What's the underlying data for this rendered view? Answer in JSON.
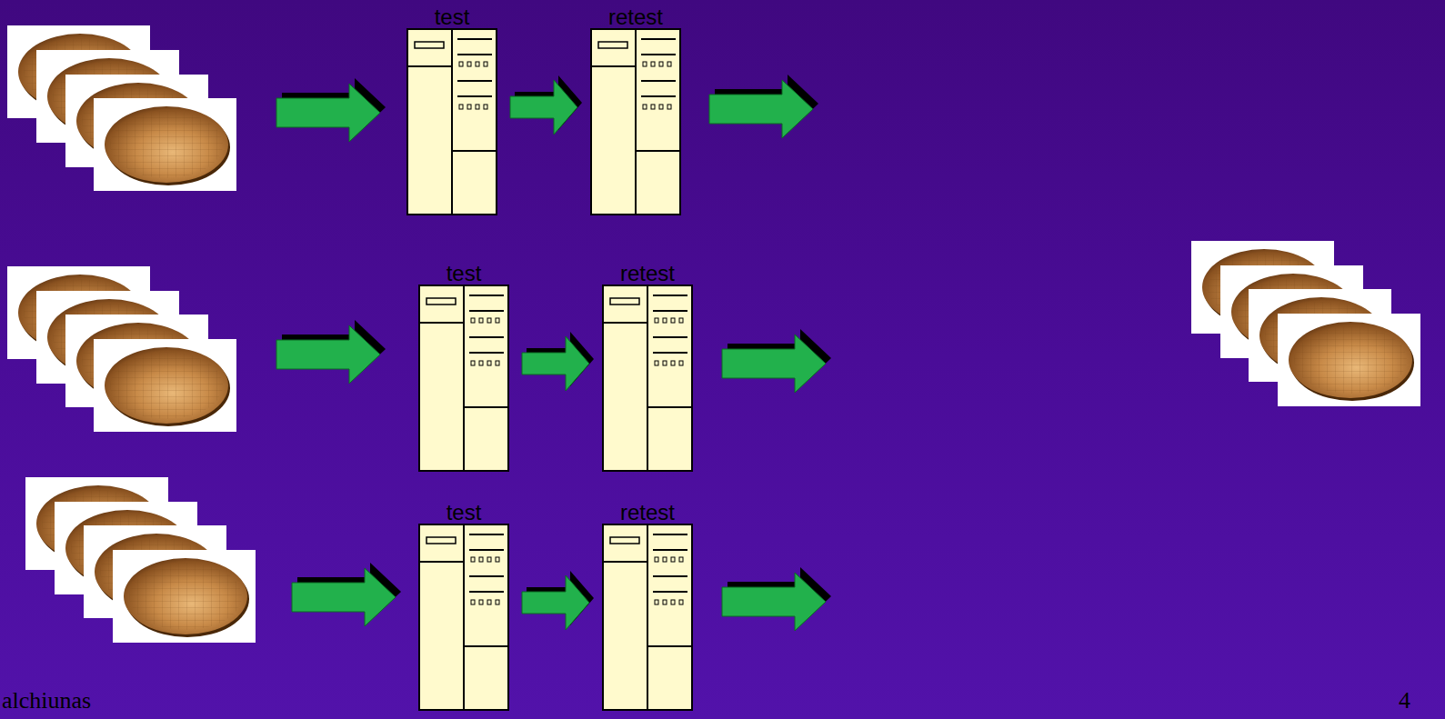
{
  "diagram": {
    "nodes": [
      {
        "text": [
          "test"
        ]
      },
      {
        "text": [
          "retest"
        ]
      },
      {
        "text": [
          "test"
        ]
      },
      {
        "text": [
          "retest"
        ]
      },
      {
        "text": [
          "test"
        ]
      },
      {
        "text": [
          "retest"
        ]
      }
    ],
    "edges": [
      {
        "from": 0,
        "to": 1,
        "arrow": "to"
      },
      {
        "from": 2,
        "to": 3,
        "arrow": "to"
      },
      {
        "from": 4,
        "to": 5,
        "arrow": "to"
      }
    ],
    "labels": [
      "alchiunas",
      "4"
    ]
  }
}
